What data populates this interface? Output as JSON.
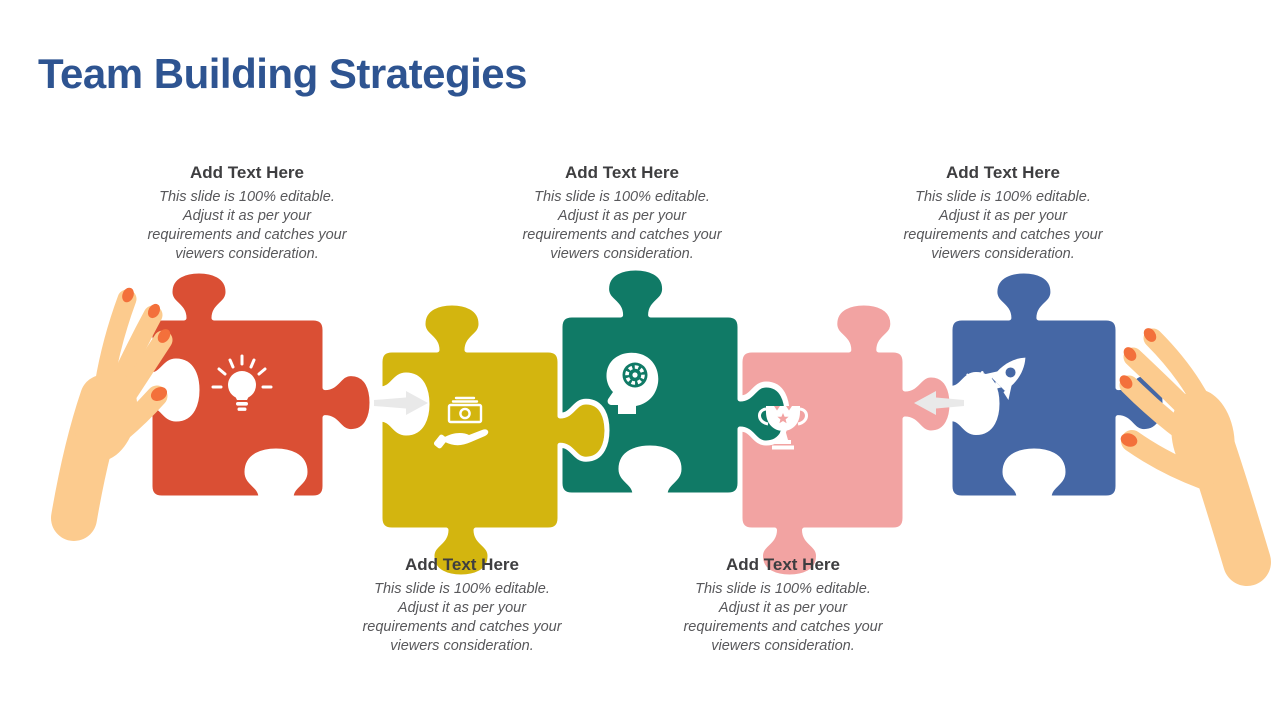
{
  "title": "Team Building Strategies",
  "title_color": "#2E5491",
  "arrow_color": "#E9E9E9",
  "hands": {
    "skin": "#FCCB8E",
    "nail": "#F3703B"
  },
  "pieces": [
    {
      "name": "idea",
      "icon": "lightbulb-icon",
      "color": "#DA4F34"
    },
    {
      "name": "funds",
      "icon": "money-hand-icon",
      "color": "#D3B50F"
    },
    {
      "name": "mindset",
      "icon": "head-gear-icon",
      "color": "#107A66"
    },
    {
      "name": "achievement",
      "icon": "trophy-icon",
      "color": "#F2A3A2"
    },
    {
      "name": "launch",
      "icon": "rocket-icon",
      "color": "#4567A5"
    }
  ],
  "blocks": [
    {
      "heading": "Add Text Here",
      "body": "This slide is 100% editable. Adjust it as per your requirements and catches your viewers consideration."
    },
    {
      "heading": "Add Text Here",
      "body": "This slide is 100% editable. Adjust it as per your requirements and catches your viewers consideration."
    },
    {
      "heading": "Add Text Here",
      "body": "This slide is 100% editable. Adjust it as per your requirements and catches your viewers consideration."
    },
    {
      "heading": "Add Text Here",
      "body": "This slide is 100% editable. Adjust it as per your requirements and catches your viewers consideration."
    },
    {
      "heading": "Add Text Here",
      "body": "This slide is 100% editable. Adjust it as per your requirements and catches your viewers consideration."
    }
  ]
}
